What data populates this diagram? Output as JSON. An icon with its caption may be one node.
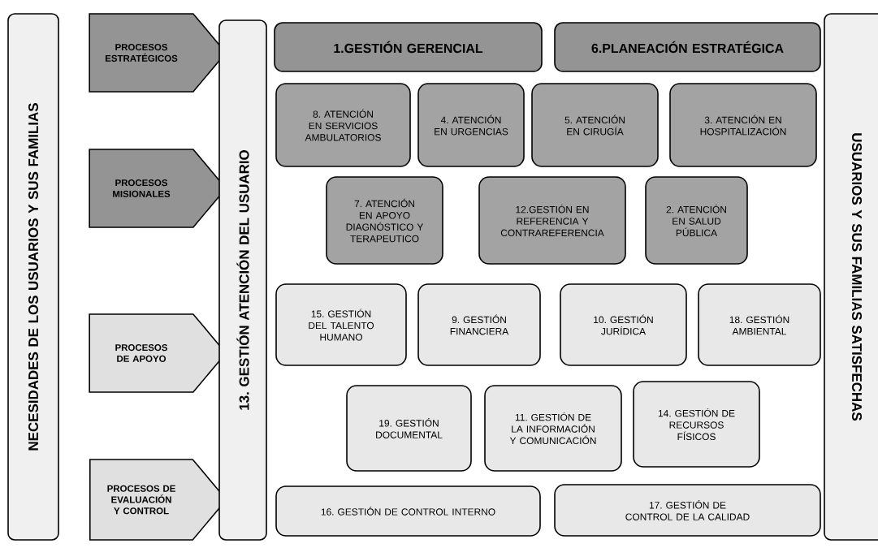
{
  "diagram": {
    "nodes": [
      {
        "text": [
          "NECESIDADES DE LOS USUARIOS Y SUS FAMILIAS"
        ]
      },
      {
        "text": [
          "PROCESOS ESTRATÉGICOS"
        ]
      },
      {
        "text": [
          "PROCESOS MISIONALES"
        ]
      },
      {
        "text": [
          "PROCESOS DE APOYO"
        ]
      },
      {
        "text": [
          "PROCESOS DE EVALUACIÓN Y CONTROL"
        ]
      },
      {
        "text": [
          "13. GESTIÓN ATENCIÓN DEL USUARIO"
        ]
      },
      {
        "text": [
          "1.GESTIÓN GERENCIAL"
        ]
      },
      {
        "text": [
          "6.PLANEACIÓN ESTRATÉGICA"
        ]
      },
      {
        "text": [
          "8. ATENCIÓN EN SERVICIOS AMBULATORIOS"
        ]
      },
      {
        "text": [
          "4. ATENCIÓN EN URGENCIAS"
        ]
      },
      {
        "text": [
          "5. ATENCIÓN EN CIRUGÍA"
        ]
      },
      {
        "text": [
          "3. ATENCIÓN EN HOSPITALIZACIÓN"
        ]
      },
      {
        "text": [
          "7. ATENCIÓN EN APOYO DIAGNÓSTICO Y TERAPEUTICO"
        ]
      },
      {
        "text": [
          "12.GESTIÓN EN REFERENCIA Y CONTRAREFERENCIA"
        ]
      },
      {
        "text": [
          "2. ATENCIÓN EN SALUD PÚBLICA"
        ]
      },
      {
        "text": [
          "15. GESTIÓN DEL TALENTO HUMANO"
        ]
      },
      {
        "text": [
          "9. GESTIÓN FINANCIERA"
        ]
      },
      {
        "text": [
          "10. GESTIÓN JURÍDICA"
        ]
      },
      {
        "text": [
          "18. GESTIÓN AMBIENTAL"
        ]
      },
      {
        "text": [
          "19. GESTIÓN DOCUMENTAL"
        ]
      },
      {
        "text": [
          "11. GESTIÓN DE LA INFORMACIÓN Y COMUNICACIÓN"
        ]
      },
      {
        "text": [
          "14. GESTIÓN DE RECURSOS FÍSICOS"
        ]
      },
      {
        "text": [
          "16. GESTIÓN DE CONTROL INTERNO"
        ]
      },
      {
        "text": [
          "17. GESTIÓN DE CONTROL DE LA CALIDAD"
        ]
      },
      {
        "text": [
          "USUARIOS Y SUS FAMILIAS SATISFECHAS"
        ]
      }
    ]
  }
}
